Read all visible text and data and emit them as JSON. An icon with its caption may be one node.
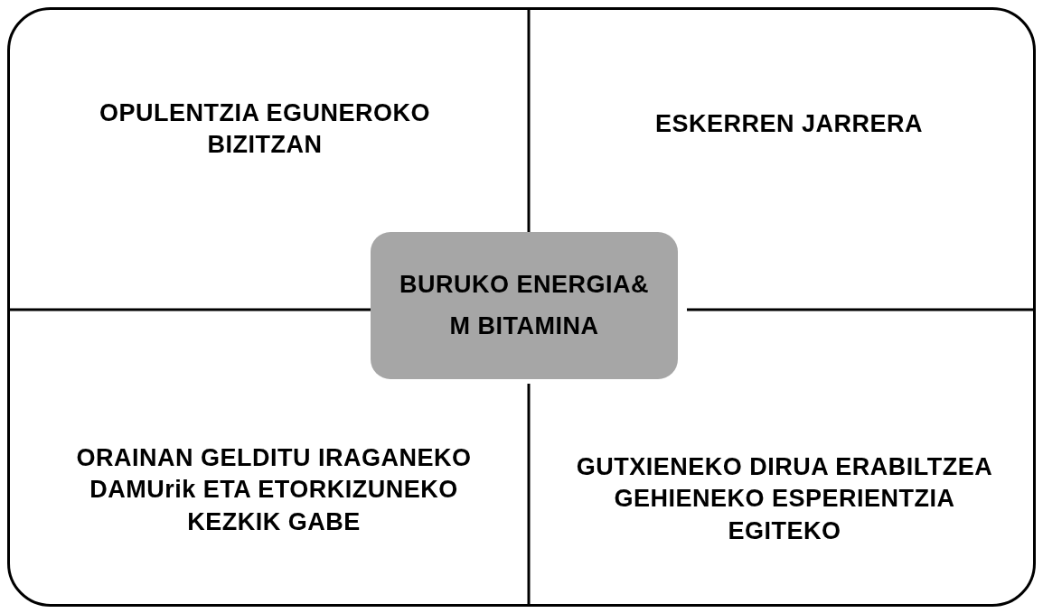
{
  "diagram": {
    "nodes": [
      {
        "text": [],
        "shape": "box"
      },
      {
        "text": [
          "OPULENTZIA EGUNEROKO BIZITZAN"
        ],
        "in": 0
      },
      {
        "text": [
          "ESKERREN JARRERA"
        ],
        "in": 0
      },
      {
        "text": [
          "BURUKO ENERGIA&",
          "M BITAMINA"
        ],
        "in": 0
      },
      {
        "text": [
          "ORAINAN GELDITU IRAGANEKO DAMUrik ETA ETORKIZUNEKO KEZKIK GABE"
        ],
        "in": 0
      },
      {
        "text": [
          "GUTXIENEKO DIRUA ERABILTZEA GEHIENEKO ESPERIENTZIA EGITEKO"
        ],
        "in": 0
      }
    ]
  }
}
